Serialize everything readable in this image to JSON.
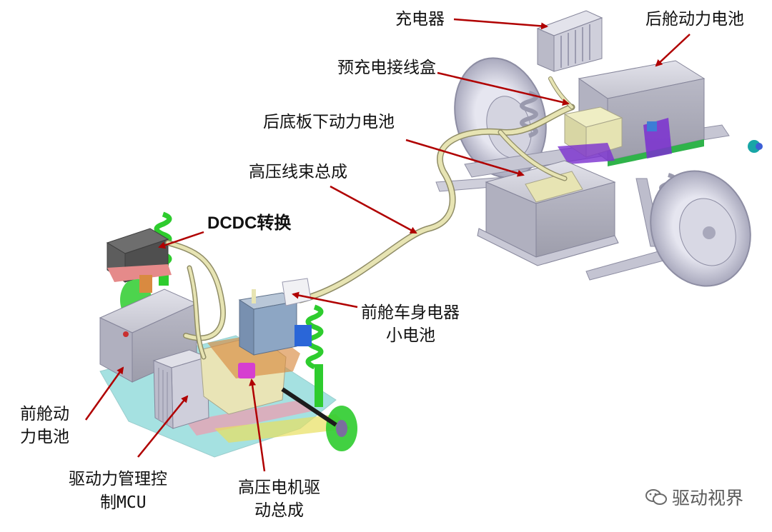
{
  "labels": {
    "charger": "充电器",
    "rear_cabin_battery": "后舱动力电池",
    "precharge_box": "预充电接线盒",
    "rear_floor_battery": "后底板下动力电池",
    "hv_harness": "高压线束总成",
    "dcdc": "DCDC转换",
    "front_body_battery_l1": "前舱车身电器",
    "front_body_battery_l2": "小电池",
    "front_cabin_battery_l1": "前舱动",
    "front_cabin_battery_l2": "力电池",
    "mcu_l1": "驱动力管理控",
    "mcu_l2": "制MCU",
    "hv_motor_l1": "高压电机驱",
    "hv_motor_l2": "动总成"
  },
  "watermark": "驱动视界",
  "colors": {
    "arrow": "#b00000",
    "battery": "#c9c9d3",
    "spring": "#2ecc2e",
    "wheel": "#c7c7d8",
    "harness": "#e7e4b3",
    "purple": "#7a2fd0",
    "magenta": "#d63fd0",
    "pink": "#e58a8a",
    "blue": "#5a87c4"
  }
}
